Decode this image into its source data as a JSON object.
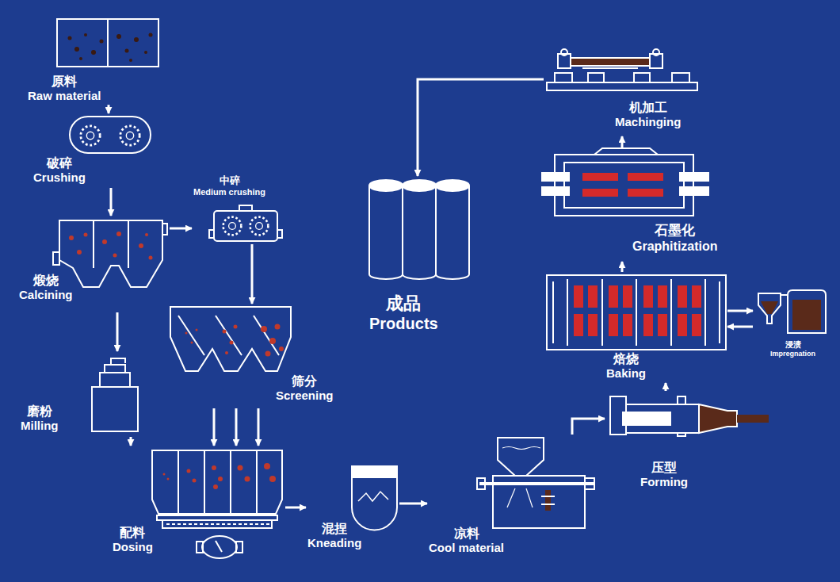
{
  "diagram": {
    "nodes": [
      {
        "text": [
          "原料",
          "Raw material"
        ]
      },
      {
        "text": [
          "破碎",
          "Crushing"
        ]
      },
      {
        "text": [
          "煅烧",
          "Calcining"
        ]
      },
      {
        "text": [
          "中碎",
          "Medium crushing"
        ]
      },
      {
        "text": [
          "筛分",
          "Screening"
        ]
      },
      {
        "text": [
          "磨粉",
          "Milling"
        ]
      },
      {
        "text": [
          "配料",
          "Dosing"
        ]
      },
      {
        "text": [
          "混捏",
          "Kneading"
        ]
      },
      {
        "text": [
          "凉料",
          "Cool material"
        ]
      },
      {
        "text": [
          "压型",
          "Forming"
        ]
      },
      {
        "text": [
          "焙烧",
          "Baking"
        ]
      },
      {
        "text": [
          "浸渍",
          "Impregnation"
        ]
      },
      {
        "text": [
          "石墨化",
          "Graphitization"
        ]
      },
      {
        "text": [
          "机加工",
          "Machinging"
        ]
      },
      {
        "text": [
          "成品",
          "Products"
        ]
      }
    ],
    "edges": [
      {
        "from": 0,
        "to": 1,
        "arrow": "to"
      },
      {
        "from": 1,
        "to": 2,
        "arrow": "to"
      },
      {
        "from": 2,
        "to": 3,
        "arrow": "to"
      },
      {
        "from": 3,
        "to": 4,
        "arrow": "to"
      },
      {
        "from": 2,
        "to": 5,
        "arrow": "to"
      },
      {
        "from": 4,
        "to": 6,
        "arrow": "to"
      },
      {
        "from": 5,
        "to": 6,
        "arrow": "to"
      },
      {
        "from": 6,
        "to": 7,
        "arrow": "to"
      },
      {
        "from": 7,
        "to": 8,
        "arrow": "to"
      },
      {
        "from": 8,
        "to": 9,
        "arrow": "to"
      },
      {
        "from": 9,
        "to": 10,
        "arrow": "to"
      },
      {
        "from": 10,
        "to": 11,
        "arrow": "to"
      },
      {
        "from": 11,
        "to": 10,
        "arrow": "to"
      },
      {
        "from": 10,
        "to": 12,
        "arrow": "to"
      },
      {
        "from": 12,
        "to": 13,
        "arrow": "to"
      },
      {
        "from": 13,
        "to": 14,
        "arrow": "to"
      }
    ]
  }
}
